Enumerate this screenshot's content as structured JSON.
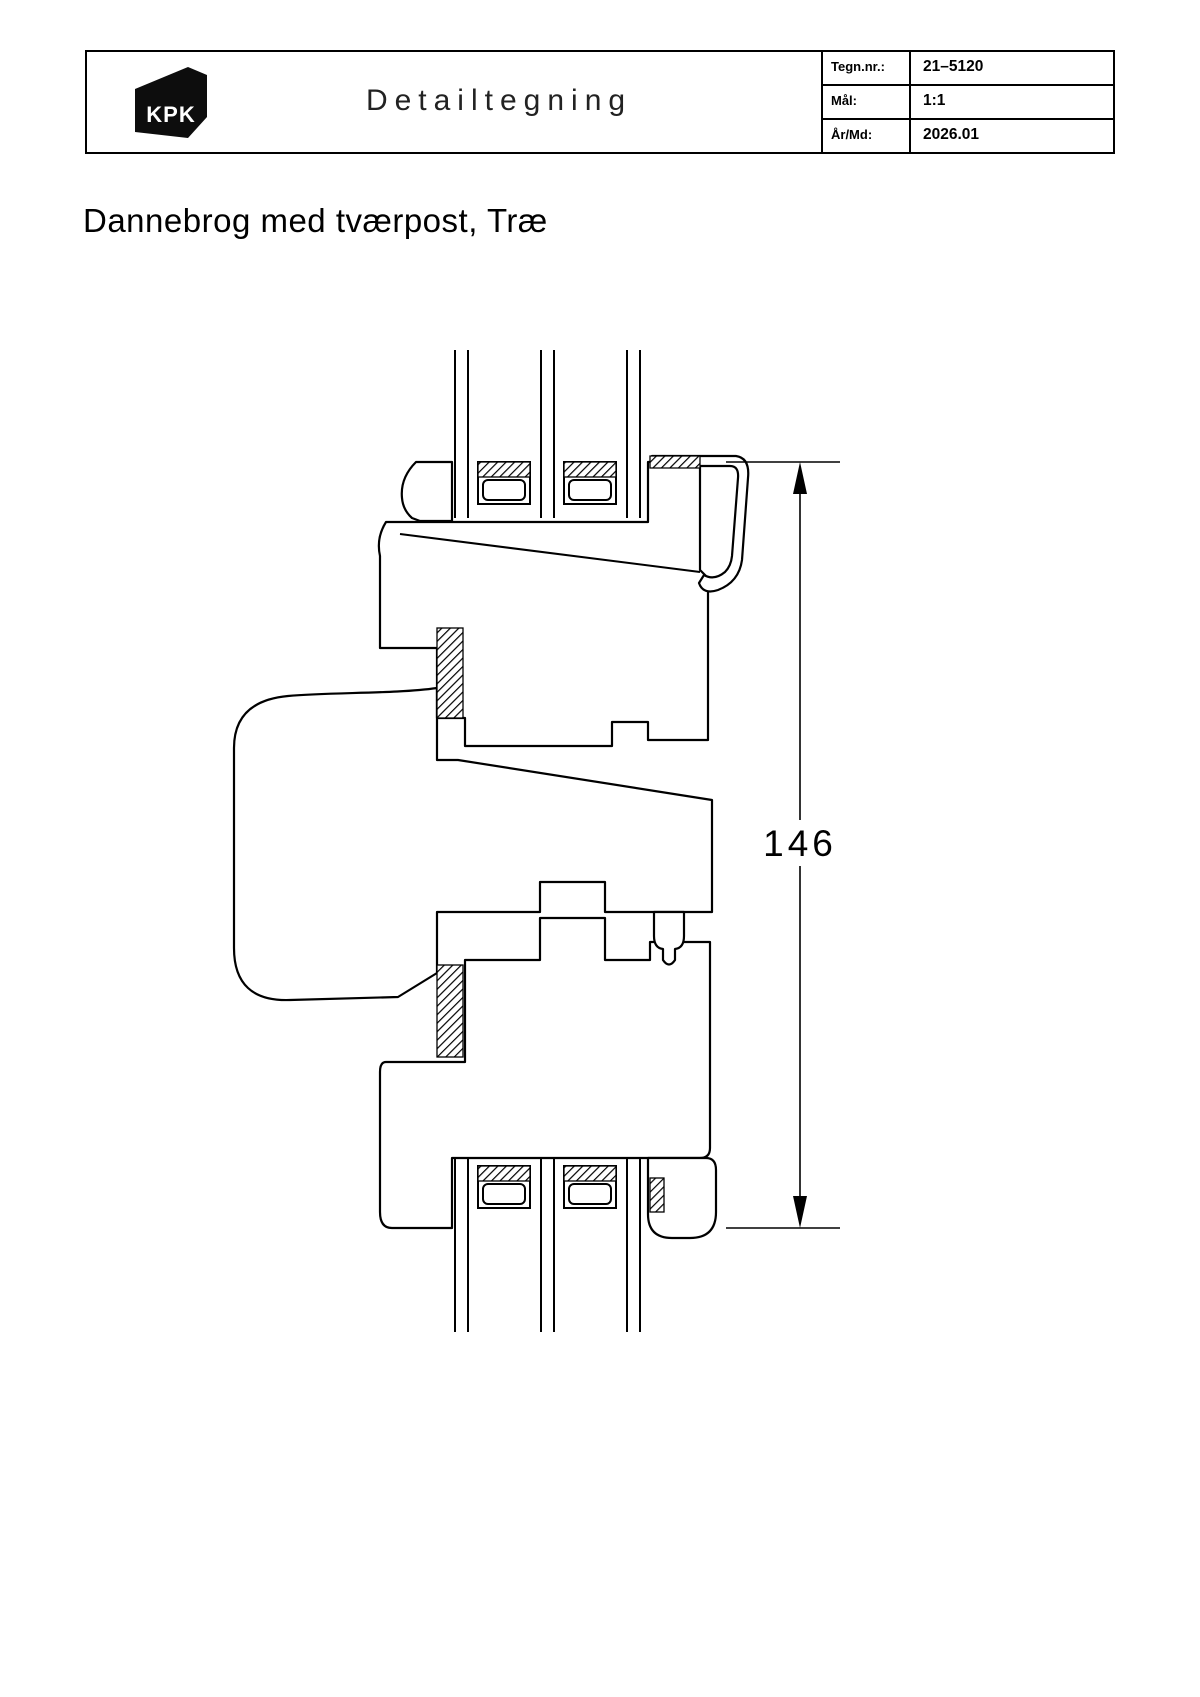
{
  "header": {
    "logo_text": "KPK",
    "doc_type": "Detailtegning",
    "fields": [
      {
        "label": "Tegn.nr.:",
        "value": "21–5120"
      },
      {
        "label": "Mål:",
        "value": "1:1"
      },
      {
        "label": "År/Md:",
        "value": "2026.01"
      }
    ]
  },
  "title": "Dannebrog med tværpost, Træ",
  "drawing": {
    "dimension_value": "146"
  },
  "colors": {
    "line": "#000000",
    "paper": "#ffffff"
  }
}
